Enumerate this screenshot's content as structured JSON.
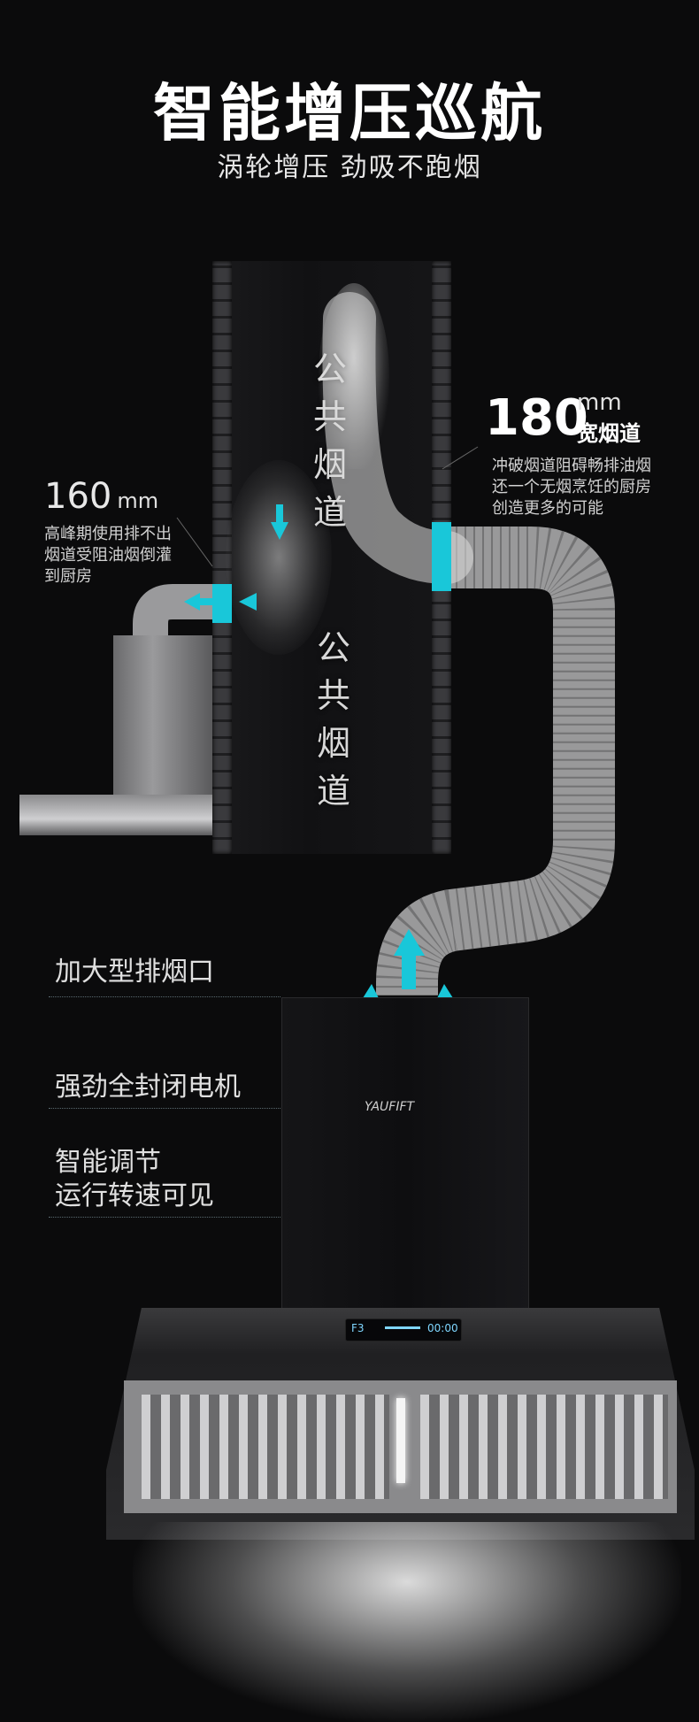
{
  "header": {
    "title": "智能增压巡航",
    "subtitle": "涡轮增压 劲吸不跑烟"
  },
  "shaft": {
    "label_top": [
      "公",
      "共",
      "烟",
      "道"
    ],
    "label_bottom": [
      "公",
      "共",
      "烟",
      "道"
    ]
  },
  "spec_left": {
    "number": "160",
    "unit": "mm",
    "desc": [
      "高峰期使用排不出",
      "烟道受阻油烟倒灌",
      "到厨房"
    ]
  },
  "spec_right": {
    "number": "180",
    "unit": "mm",
    "unit_label": "宽烟道",
    "desc": [
      "冲破烟道阻碍畅排油烟",
      "还一个无烟烹饪的厨房",
      "创造更多的可能"
    ]
  },
  "features": {
    "outlet": "加大型排烟口",
    "motor": "强劲全封闭电机",
    "smart_line1": "智能调节",
    "smart_line2": "运行转速可见"
  },
  "hood": {
    "logo": "YAUFIFT",
    "display_left": "F3",
    "display_right": "00:00"
  },
  "colors": {
    "accent": "#19c7d9",
    "background": "#0b0b0c"
  }
}
